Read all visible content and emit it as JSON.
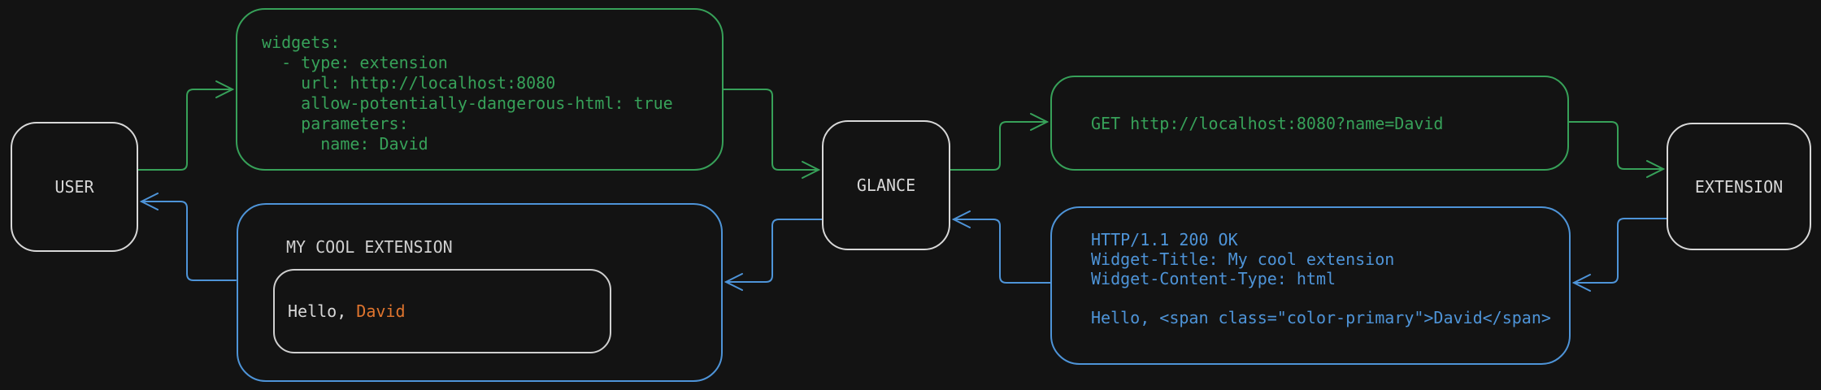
{
  "colors": {
    "background": "#131313",
    "green": "#37a159",
    "blue": "#4e94d8",
    "orange": "#e0752e",
    "gray": "#d8d8d8"
  },
  "nodes": {
    "user": {
      "label": "USER"
    },
    "glance": {
      "label": "GLANCE"
    },
    "extension": {
      "label": "EXTENSION"
    }
  },
  "config_box": {
    "lines": [
      "widgets:",
      "  - type: extension",
      "    url: http://localhost:8080",
      "    allow-potentially-dangerous-html: true",
      "    parameters:",
      "      name: David"
    ]
  },
  "request_box": {
    "text": "GET http://localhost:8080?name=David"
  },
  "response_box": {
    "lines": [
      "HTTP/1.1 200 OK",
      "Widget-Title: My cool extension",
      "Widget-Content-Type: html",
      "",
      "Hello, <span class=\"color-primary\">David</span>"
    ]
  },
  "widget_box": {
    "title": "MY COOL EXTENSION",
    "greeting_prefix": "Hello, ",
    "greeting_name": "David"
  }
}
